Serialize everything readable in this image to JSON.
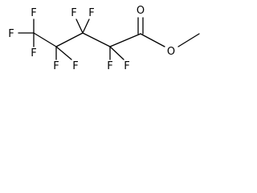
{
  "molecule": {
    "atoms": {
      "o_carbonyl": "O",
      "o_ester": "O",
      "f_cf3_top": "F",
      "f_cf3_left": "F",
      "f_cf3_bottom": "F",
      "f_c4_a": "F",
      "f_c4_b": "F",
      "f_c3_a": "F",
      "f_c3_b": "F",
      "f_c2_a": "F",
      "f_c2_b": "F"
    }
  }
}
